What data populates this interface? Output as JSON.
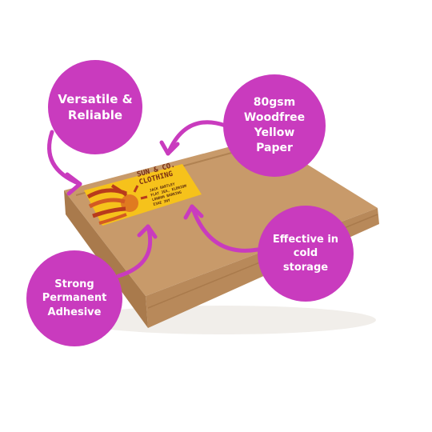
{
  "colors": {
    "accent": "#c93bbe",
    "box": "#c89a6a",
    "box_dark": "#a97a4c",
    "label_yellow": "#f6c21b",
    "sun_red": "#b83b1c"
  },
  "callouts": [
    {
      "text": "Versatile &\nReliable"
    },
    {
      "text": "80gsm\nWoodfree\nYellow\nPaper"
    },
    {
      "text": "Effective in\ncold\nstorage"
    },
    {
      "text": "Strong\nPermanent\nAdhesive"
    }
  ],
  "label": {
    "brand_line1": "SUN & CO.",
    "brand_line2": "CLOTHING",
    "address": [
      "JACK BARTLEY",
      "FLAT 3EA, ELDRIDM",
      "LONDON BARKING",
      "E3AE 3NY"
    ]
  },
  "icons": [
    "arrow-icon",
    "sun-icon"
  ]
}
